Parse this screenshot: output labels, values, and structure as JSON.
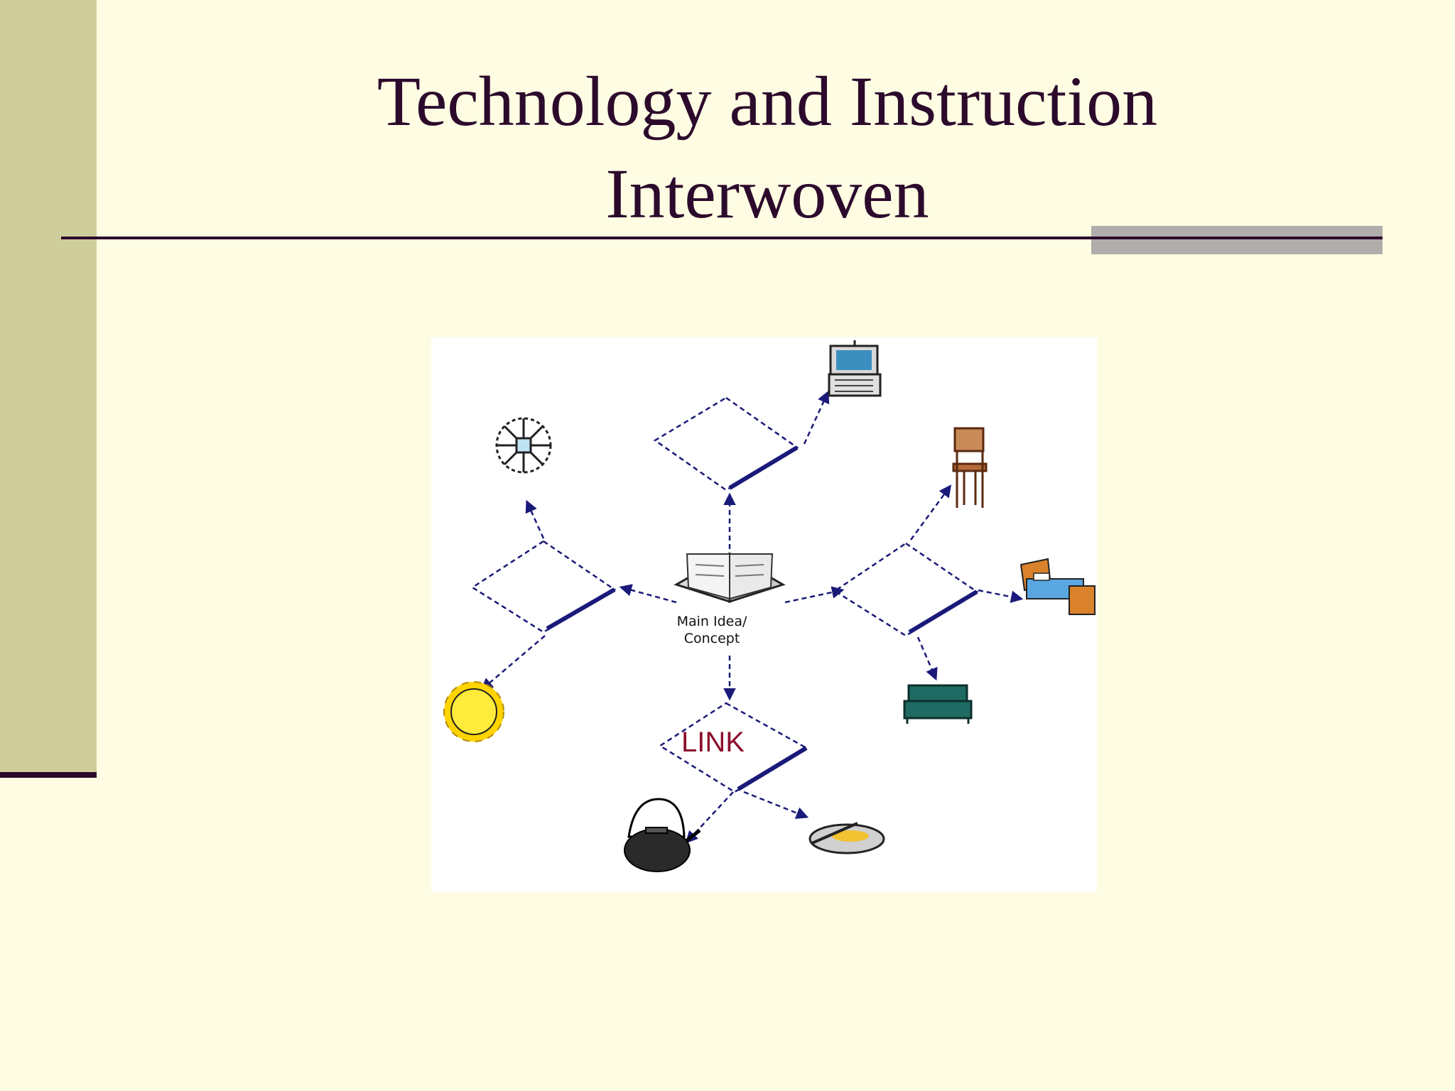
{
  "slide": {
    "title_line1": "Technology and Instruction",
    "title_line2": "Interwoven"
  },
  "diagram": {
    "center_label_line1": "Main Idea/",
    "center_label_line2": "Concept",
    "link_label": "LINK",
    "nodes": [
      {
        "name": "computer-icon"
      },
      {
        "name": "snowflake-icon"
      },
      {
        "name": "chair-icon"
      },
      {
        "name": "bed-icon"
      },
      {
        "name": "sofa-icon"
      },
      {
        "name": "sun-icon"
      },
      {
        "name": "teapot-icon"
      },
      {
        "name": "frying-pan-icon"
      }
    ]
  },
  "colors": {
    "background": "#fefde3",
    "sidebar": "#cfcd9b",
    "title": "#2c0a2c",
    "diagram_lines": "#1a1a7a",
    "link_text": "#8a0f2c"
  }
}
